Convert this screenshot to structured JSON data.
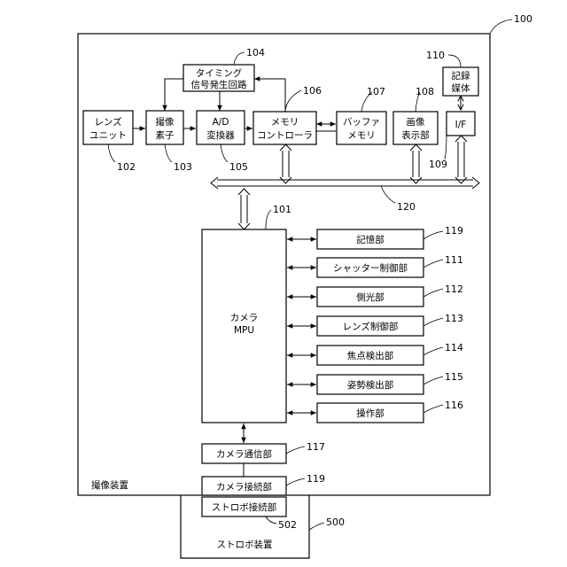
{
  "device": {
    "ref": "100",
    "label": "撮像装置"
  },
  "strobe_device": {
    "ref": "500",
    "label": "ストロボ装置"
  },
  "blocks": {
    "lens_unit": {
      "ref": "102",
      "lines": [
        "レンズ",
        "ユニット"
      ]
    },
    "image_sensor": {
      "ref": "103",
      "lines": [
        "撮像",
        "素子"
      ]
    },
    "timing_generator": {
      "ref": "104",
      "lines": [
        "タイミング",
        "信号発生回路"
      ]
    },
    "ad_converter": {
      "ref": "105",
      "lines": [
        "A/D",
        "変換器"
      ]
    },
    "memory_controller": {
      "ref": "106",
      "lines": [
        "メモリ",
        "コントローラ"
      ]
    },
    "buffer_memory": {
      "ref": "107",
      "lines": [
        "バッファ",
        "メモリ"
      ]
    },
    "image_display": {
      "ref": "108",
      "lines": [
        "画像",
        "表示部"
      ]
    },
    "interface": {
      "ref": "109",
      "lines": [
        "I/F"
      ]
    },
    "recording_medium": {
      "ref": "110",
      "lines": [
        "記録",
        "媒体"
      ]
    },
    "camera_mpu": {
      "ref": "101",
      "lines": [
        "カメラ",
        "MPU"
      ]
    },
    "storage": {
      "ref": "119",
      "lines": [
        "記憶部"
      ]
    },
    "shutter_control": {
      "ref": "111",
      "lines": [
        "シャッター制御部"
      ]
    },
    "photometry": {
      "ref": "112",
      "lines": [
        "側光部"
      ]
    },
    "lens_control": {
      "ref": "113",
      "lines": [
        "レンズ制御部"
      ]
    },
    "focus_detection": {
      "ref": "114",
      "lines": [
        "焦点検出部"
      ]
    },
    "attitude_detection": {
      "ref": "115",
      "lines": [
        "姿勢検出部"
      ]
    },
    "operation": {
      "ref": "116",
      "lines": [
        "操作部"
      ]
    },
    "camera_comm": {
      "ref": "117",
      "lines": [
        "カメラ通信部"
      ]
    },
    "camera_connector": {
      "ref": "119",
      "lines": [
        "カメラ接続部"
      ]
    },
    "strobe_connector": {
      "ref": "502",
      "lines": [
        "ストロボ接続部"
      ]
    }
  },
  "bus": {
    "ref": "120"
  }
}
